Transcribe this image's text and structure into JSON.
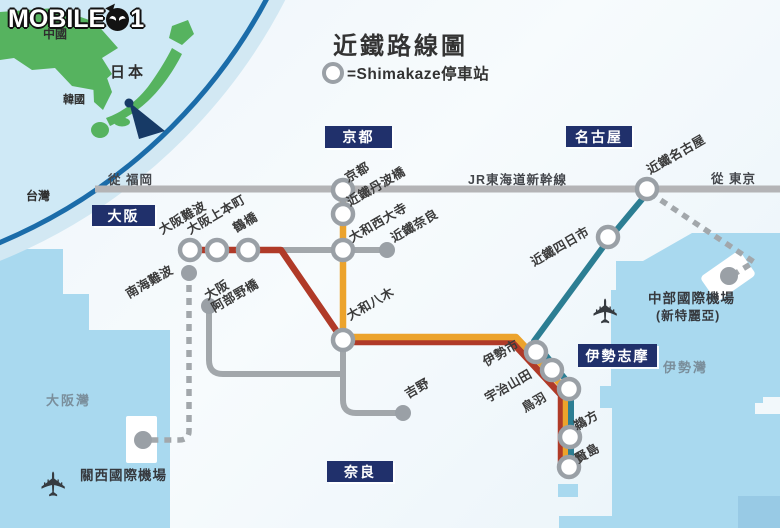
{
  "watermark": {
    "text": "MOBILE01",
    "part1": "MOBILE",
    "part2": "1"
  },
  "title": "近鐵路線圖",
  "legend": {
    "text": "=Shimakaze停車站"
  },
  "inset_map": {
    "china": "中國",
    "japan": "日本",
    "korea": "韓國",
    "taiwan": "台灣"
  },
  "shinkansen": {
    "label": "JR東海道新幹線",
    "left_end": "從 福岡",
    "right_end": "從 東京"
  },
  "regions": {
    "kyoto": "京都",
    "nagoya": "名古屋",
    "osaka": "大阪",
    "ise_shima": "伊勢志摩",
    "nara": "奈良"
  },
  "stations": [
    {
      "name": "京都",
      "shimakaze_stop": true
    },
    {
      "name": "近鐵丹波橋",
      "shimakaze_stop": true
    },
    {
      "name": "大和西大寺",
      "shimakaze_stop": true
    },
    {
      "name": "近鐵奈良",
      "shimakaze_stop": false
    },
    {
      "name": "大阪難波",
      "shimakaze_stop": true
    },
    {
      "name": "大阪上本町",
      "shimakaze_stop": true
    },
    {
      "name": "鶴橋",
      "shimakaze_stop": true
    },
    {
      "name": "南海難波",
      "shimakaze_stop": false
    },
    {
      "name": "大阪阿部野橋",
      "display": "大阪\n阿部野橋",
      "shimakaze_stop": false
    },
    {
      "name": "大和八木",
      "shimakaze_stop": true
    },
    {
      "name": "吉野",
      "shimakaze_stop": false
    },
    {
      "name": "近鐵名古屋",
      "shimakaze_stop": true
    },
    {
      "name": "近鐵四日市",
      "shimakaze_stop": true
    },
    {
      "name": "伊勢市",
      "shimakaze_stop": true
    },
    {
      "name": "宇治山田",
      "shimakaze_stop": true
    },
    {
      "name": "鳥羽",
      "shimakaze_stop": true
    },
    {
      "name": "鵜方",
      "shimakaze_stop": true
    },
    {
      "name": "賢島",
      "shimakaze_stop": true
    }
  ],
  "airports": {
    "chubu": {
      "name": "中部國際機場",
      "subname": "(新特麗亞)"
    },
    "kansai": {
      "name": "關西國際機場"
    }
  },
  "seas": {
    "osaka_bay": "大阪灣",
    "ise_bay": "伊勢灣"
  },
  "colors": {
    "region_box_navy": "#20306b",
    "jr_line_gray": "#b4b4b6",
    "other_line_gray": "#a2a7ab",
    "osaka_line_red": "#b03a28",
    "kyoto_line_orange": "#eca32c",
    "nagoya_line_teal": "#2c7e93",
    "sea_blue": "#a9d9ef",
    "inset_sea_blue": "#cfe9f6",
    "inset_land_green": "#56b35f",
    "globe_edge_blue": "#1b6ca9",
    "station_ring_gray": "#9aa0a6",
    "label_dark": "#3b3b3b"
  }
}
